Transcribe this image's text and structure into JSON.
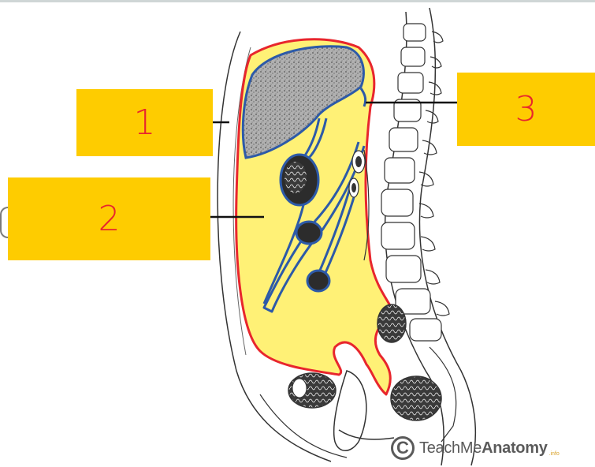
{
  "labels": [
    {
      "id": "1",
      "text": "1"
    },
    {
      "id": "2",
      "text": "2"
    },
    {
      "id": "3",
      "text": "3"
    }
  ],
  "watermark": {
    "symbol": "C",
    "brand_light": "TeachMe",
    "brand_bold": "Anatomy",
    "suffix": ".info"
  },
  "colors": {
    "label_box": "#fecc00",
    "label_text": "#e8262d",
    "peritoneal_cavity": "#fff176",
    "parietal_peritoneum": "#e8262d",
    "visceral_peritoneum": "#2d5aa8",
    "liver": "#a9a9a9"
  }
}
